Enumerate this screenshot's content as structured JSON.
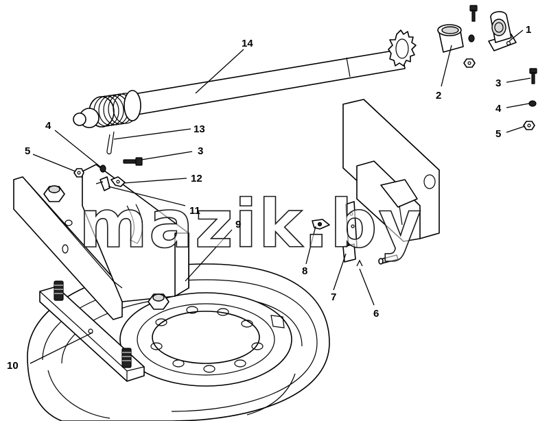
{
  "watermark": {
    "text": "mazik.by"
  },
  "callouts": [
    {
      "id": "callout-1",
      "label": "1"
    },
    {
      "id": "callout-2",
      "label": "2"
    },
    {
      "id": "callout-3-right",
      "label": "3"
    },
    {
      "id": "callout-4-right",
      "label": "4"
    },
    {
      "id": "callout-5-right",
      "label": "5"
    },
    {
      "id": "callout-14",
      "label": "14"
    },
    {
      "id": "callout-13",
      "label": "13"
    },
    {
      "id": "callout-4-left",
      "label": "4"
    },
    {
      "id": "callout-5-left",
      "label": "5"
    },
    {
      "id": "callout-3-left",
      "label": "3"
    },
    {
      "id": "callout-12",
      "label": "12"
    },
    {
      "id": "callout-11",
      "label": "11"
    },
    {
      "id": "callout-9",
      "label": "9"
    },
    {
      "id": "callout-8",
      "label": "8"
    },
    {
      "id": "callout-7",
      "label": "7"
    },
    {
      "id": "callout-6",
      "label": "6"
    },
    {
      "id": "callout-10",
      "label": "10"
    }
  ]
}
